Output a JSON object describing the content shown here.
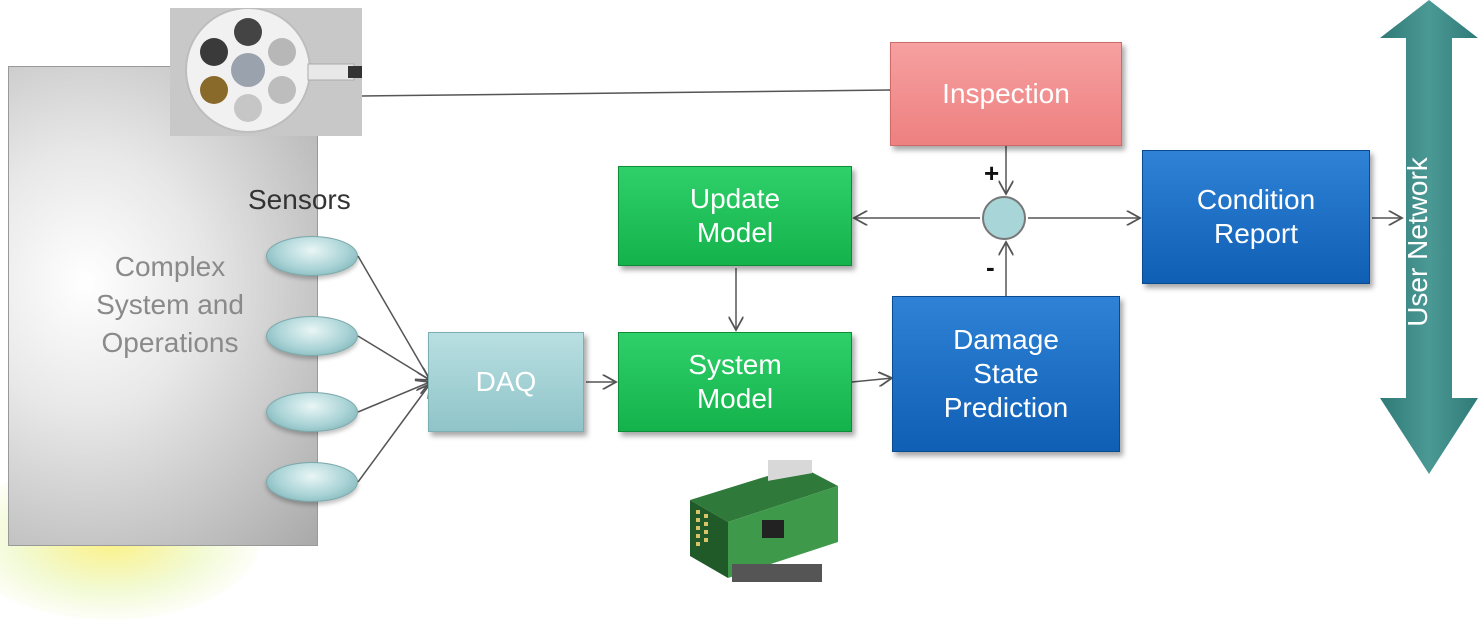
{
  "diagram": {
    "system_label": "Complex\nSystem and\nOperations",
    "sensors_label": "Sensors",
    "nodes": {
      "daq": "DAQ",
      "update_model": "Update\nModel",
      "system_model": "System\nModel",
      "damage_prediction": "Damage\nState\nPrediction",
      "inspection": "Inspection",
      "condition_report": "Condition\nReport"
    },
    "plus_sign": "+",
    "minus_sign": "-",
    "network_label": "User Network"
  },
  "colors": {
    "green": "#14b24b",
    "blue": "#0f5fb5",
    "pink": "#ee8080",
    "teal": "#3f8a86",
    "daq": "#8fc4c8"
  }
}
